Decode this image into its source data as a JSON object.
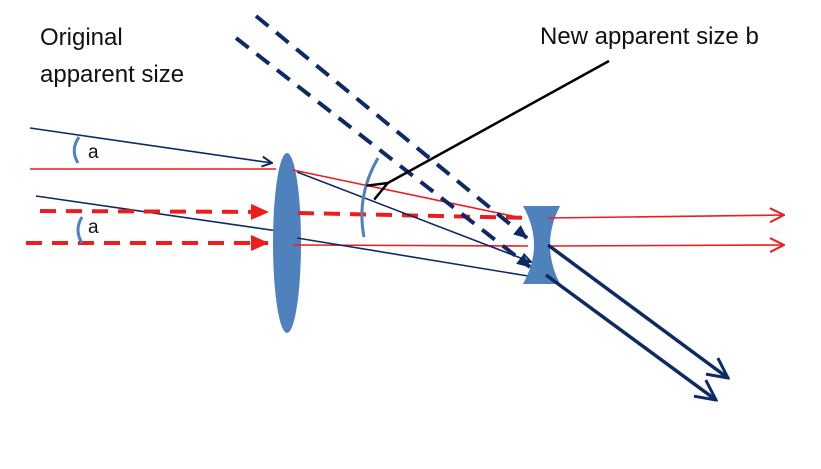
{
  "labels": {
    "original_line1": "Original",
    "original_line2": "apparent size",
    "new_apparent": "New apparent size b",
    "angle_a_upper": "a",
    "angle_a_lower": "a"
  },
  "colors": {
    "navy": "#0d2a66",
    "red": "#ee1c1c",
    "lens": "#4f81bd",
    "black": "#000000"
  },
  "elements": {
    "converging_lens": "biconvex lens",
    "diverging_lens": "biconcave lens"
  }
}
